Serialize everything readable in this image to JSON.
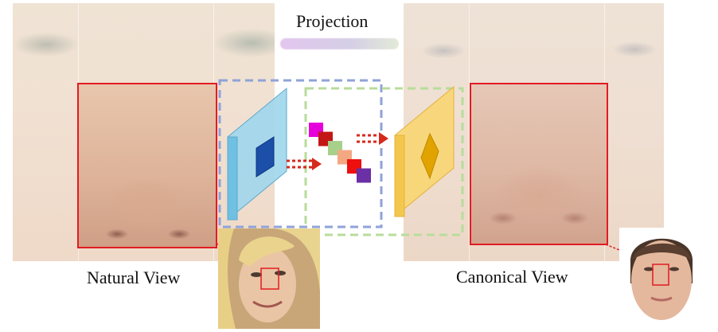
{
  "title": "Projection",
  "labels": {
    "natural": "Natural View",
    "canonical": "Canonical View"
  },
  "colors": {
    "highlight_box": "#e21b23",
    "arrow": "#d7281d",
    "encoder_box": "#8fa3d8",
    "decoder_box": "#b8dc9b",
    "encoder_block": "#8fd1ea",
    "decoder_block": "#f7d05e",
    "projection_bar": "#dcc8ec"
  },
  "latent_cubes": [
    "#e600d9",
    "#c31616",
    "#a7d08b",
    "#f4a882",
    "#ee0f0f",
    "#6b2fa6"
  ],
  "icons": {
    "encoder": "blue-parallelogram-icon",
    "decoder": "yellow-parallelogram-icon",
    "diamond": "diamond-icon"
  }
}
